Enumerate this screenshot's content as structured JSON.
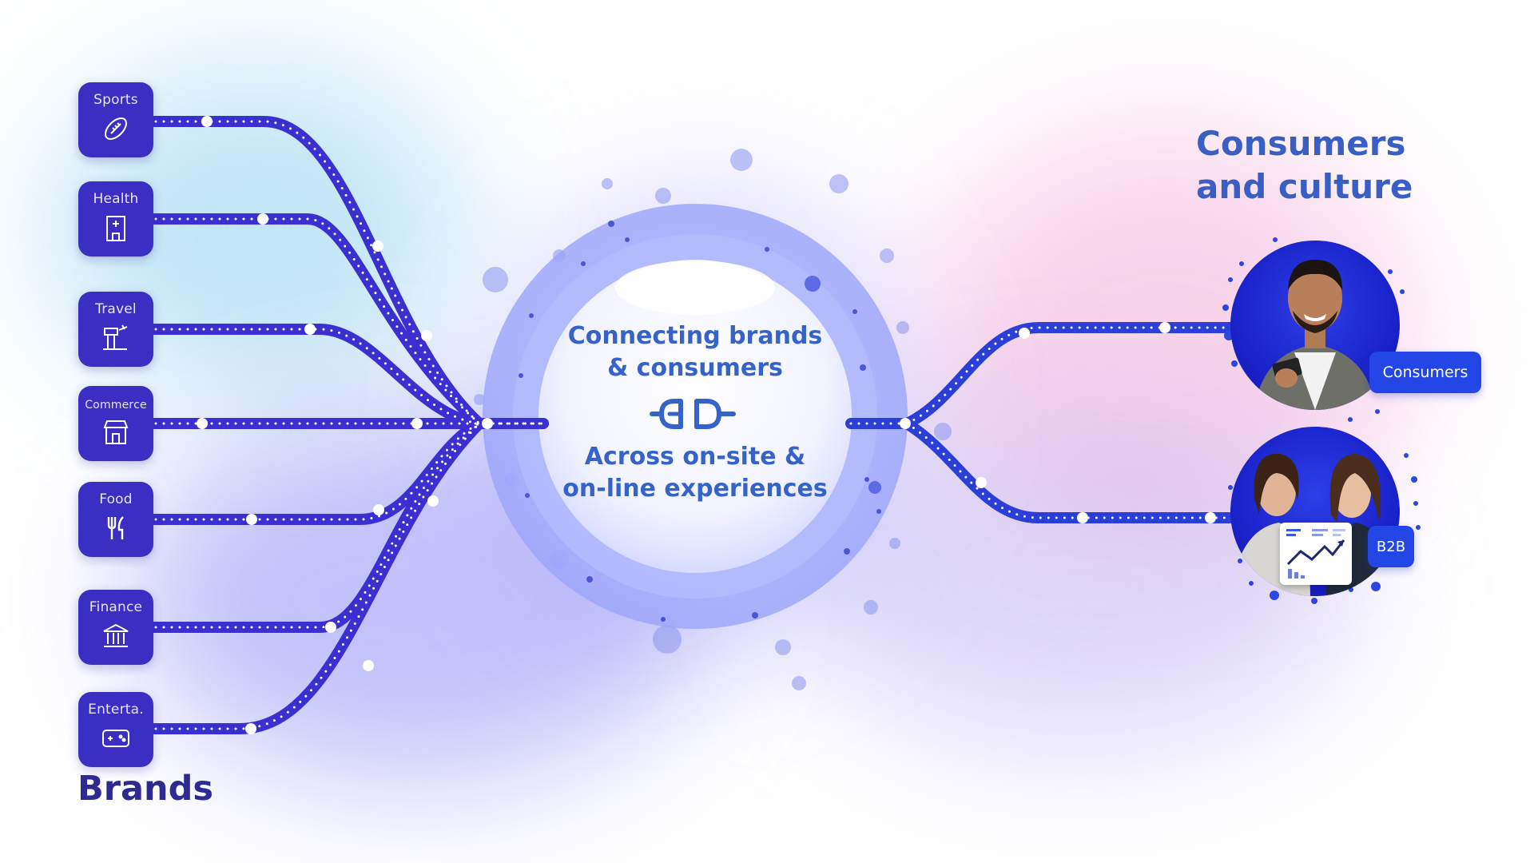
{
  "brands_heading": "Brands",
  "brands": [
    {
      "label": "Sports",
      "icon": "football-icon"
    },
    {
      "label": "Health",
      "icon": "hospital-icon"
    },
    {
      "label": "Travel",
      "icon": "airport-tower-icon"
    },
    {
      "label": "Commerce",
      "icon": "storefront-icon"
    },
    {
      "label": "Food",
      "icon": "fork-knife-icon"
    },
    {
      "label": "Finance",
      "icon": "bank-icon"
    },
    {
      "label": "Enterta.",
      "icon": "gamepad-icon"
    }
  ],
  "hub": {
    "line1": "Connecting brands",
    "line2": "& consumers",
    "line3": "Across on-site &",
    "line4": "on-line  experiences",
    "icon": "plug-icon"
  },
  "consumers_heading": {
    "line1": "Consumers",
    "line2": "and culture"
  },
  "targets": [
    {
      "label": "Consumers",
      "image": "smiling-man-with-card-photo"
    },
    {
      "label": "B2B",
      "image": "two-women-with-chart-photo"
    }
  ],
  "colors": {
    "tile": "#3b2ec2",
    "line": "#3a2fd0",
    "heading_left": "#2f2a8f",
    "heading_right": "#3a5fc4",
    "hub_text": "#3563c9",
    "tag": "#2446e6"
  }
}
